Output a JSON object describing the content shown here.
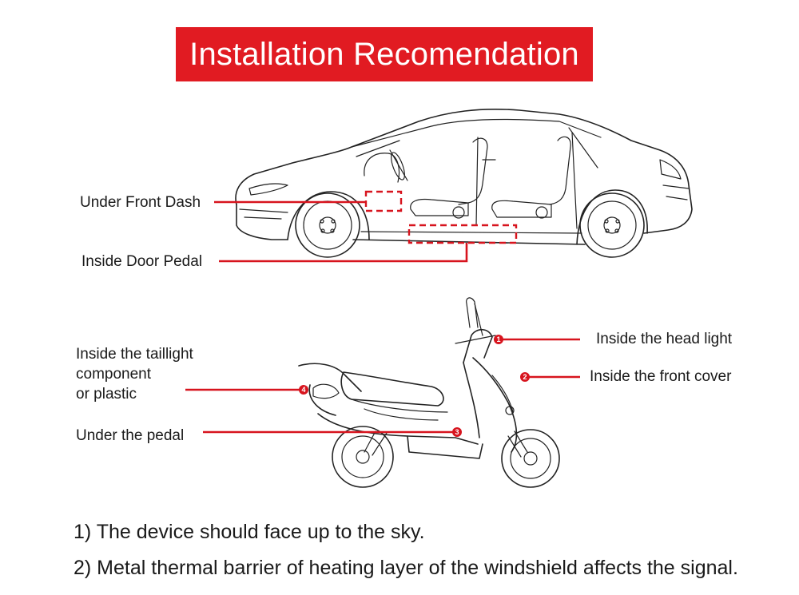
{
  "title": "Installation Recomendation",
  "colors": {
    "accent": "#e11b22",
    "leader_line": "#d7141e",
    "ink": "#1a1a1a"
  },
  "car": {
    "labels": [
      {
        "id": "under-front-dash",
        "text": "Under Front Dash"
      },
      {
        "id": "inside-door-pedal",
        "text": "Inside Door Pedal"
      }
    ]
  },
  "scooter": {
    "callouts": [
      {
        "number": "1",
        "text": "Inside the head light"
      },
      {
        "number": "2",
        "text": "Inside the front cover"
      },
      {
        "number": "3",
        "text": "Under the pedal"
      },
      {
        "number": "4",
        "lines": [
          "Inside the taillight",
          "component",
          "or plastic"
        ]
      }
    ]
  },
  "notes": [
    "1) The device should face up to the sky.",
    "2) Metal thermal barrier of heating layer of the windshield affects the signal."
  ]
}
